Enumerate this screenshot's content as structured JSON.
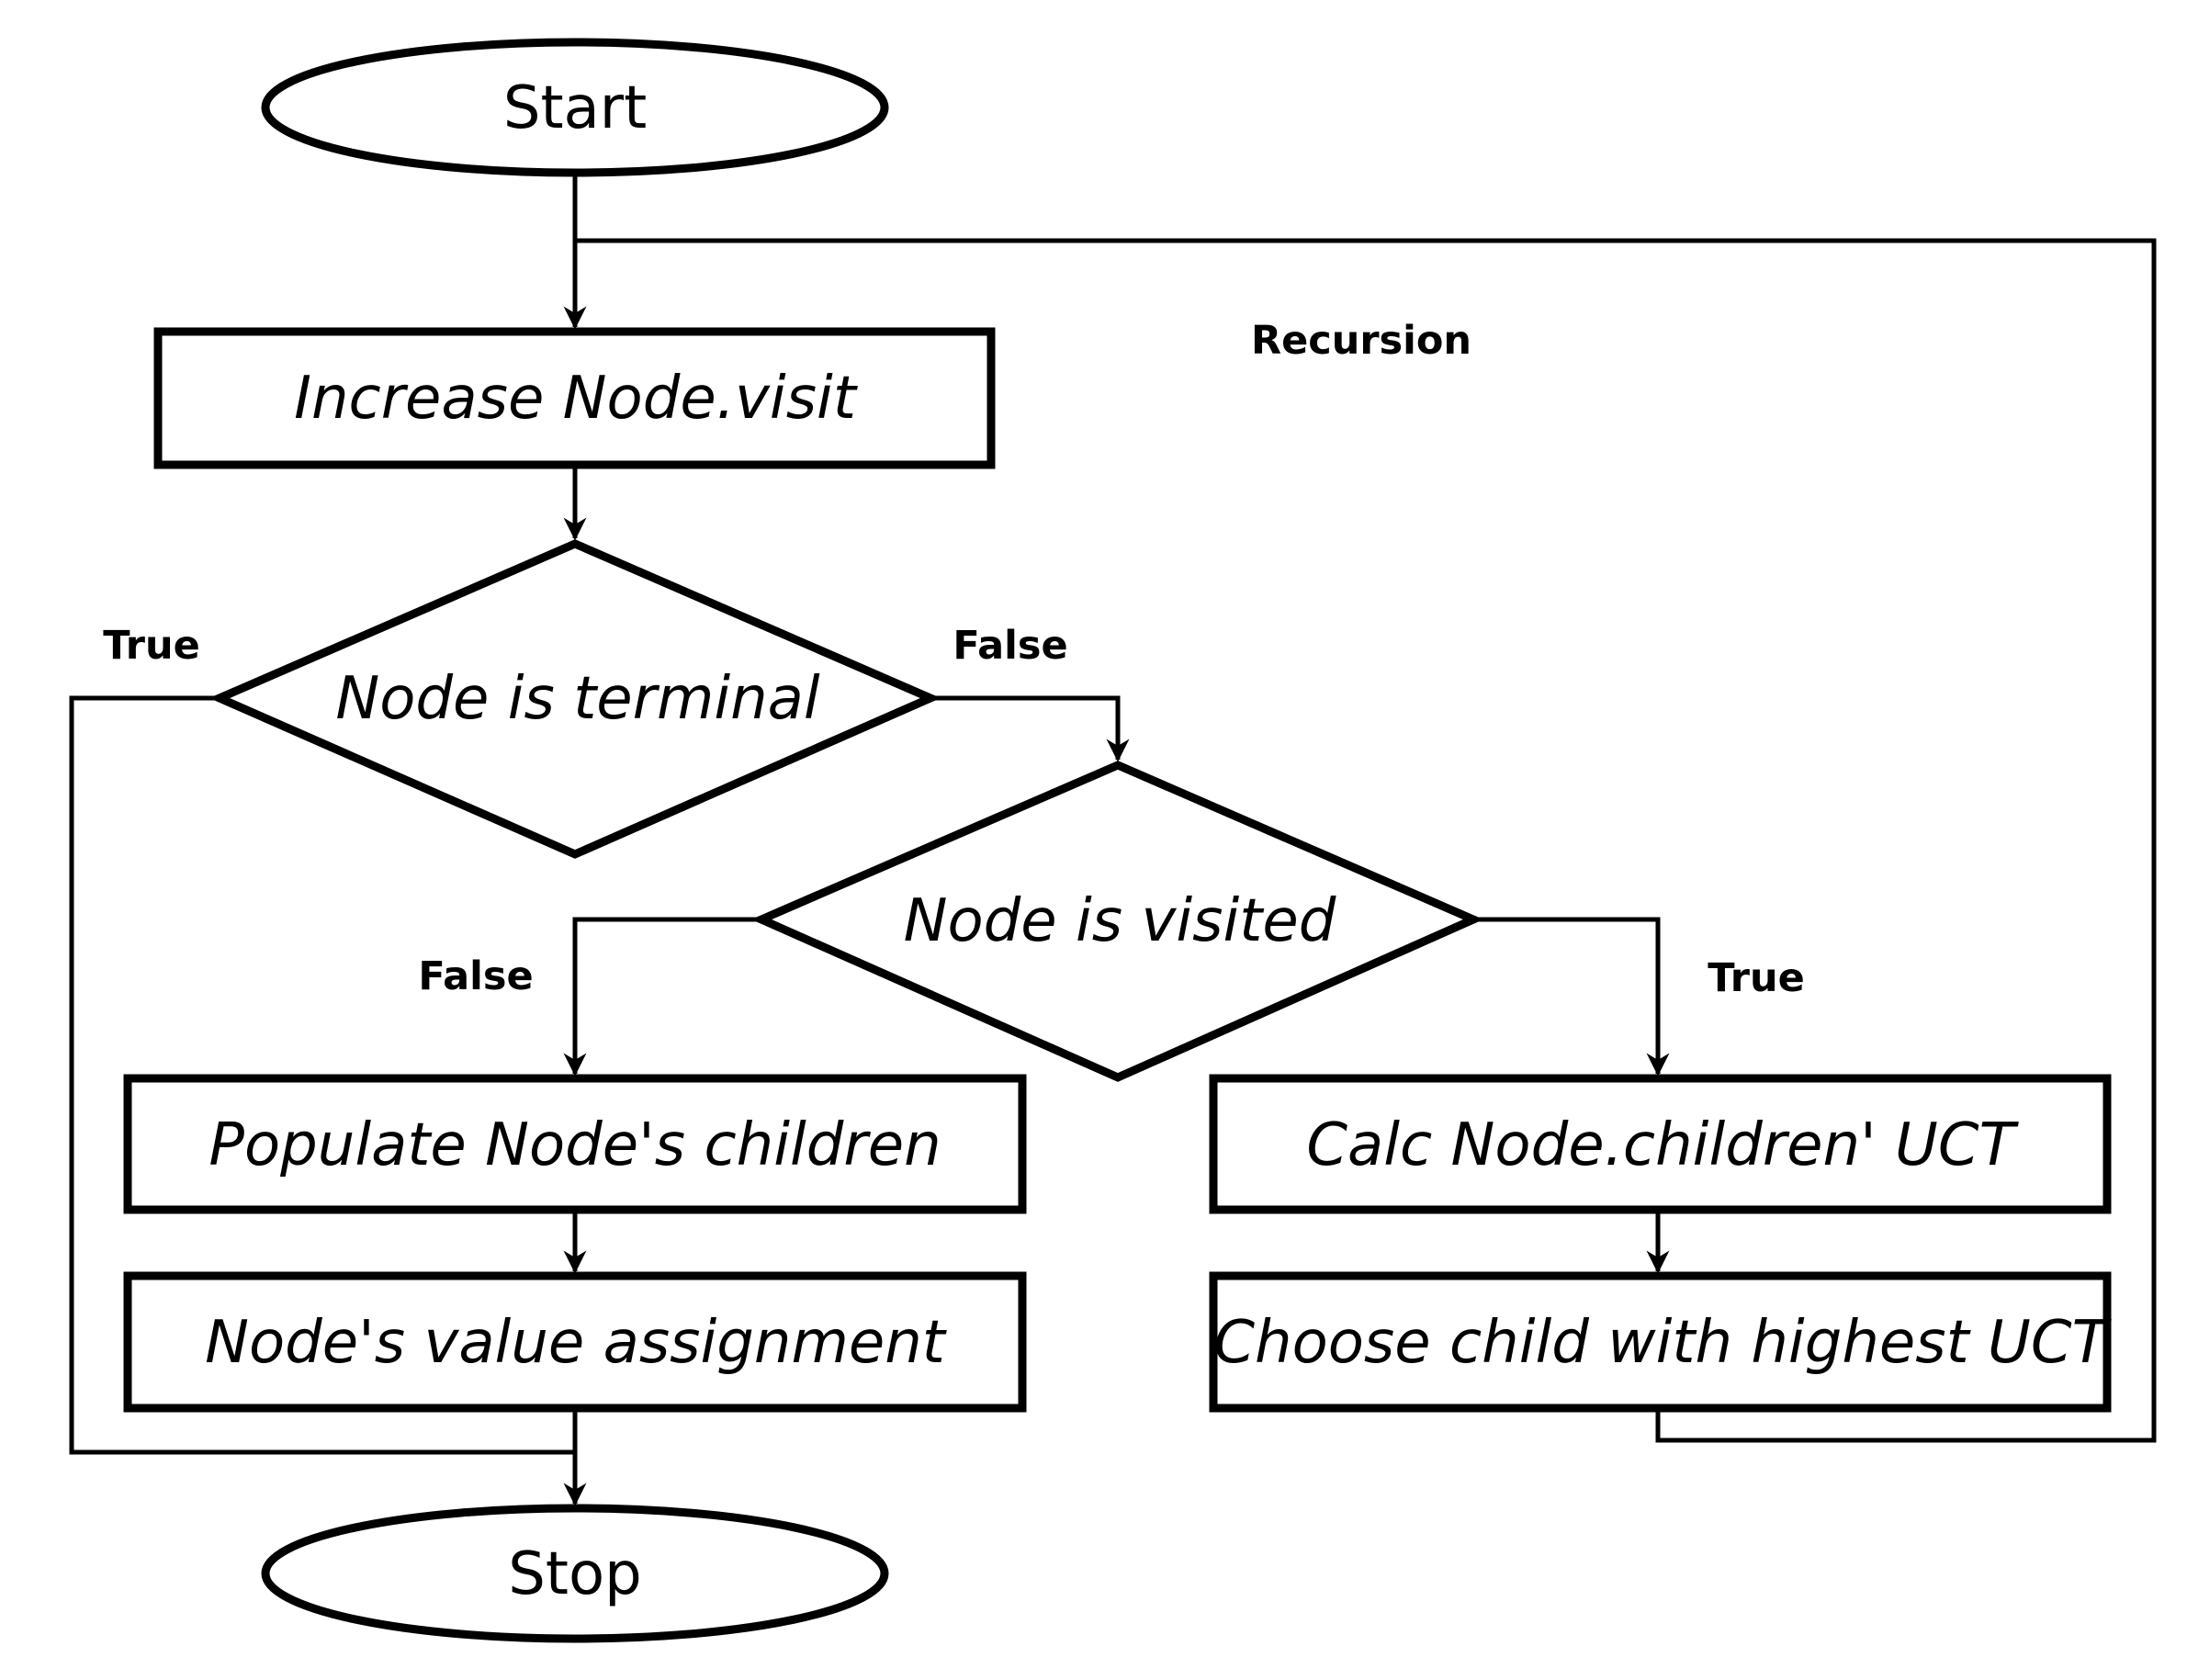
{
  "nodes": {
    "start": "Start",
    "increase_visit": "Increase Node.visit",
    "node_is_terminal": "Node is terminal",
    "node_is_visited": "Node is visited",
    "populate_children": "Populate Node's children",
    "value_assignment": "Node's value assignment",
    "calc_uct": "Calc Node.children' UCT",
    "choose_child": "Choose child with highest UCT",
    "stop": "Stop"
  },
  "edge_labels": {
    "recursion": "Recursion",
    "terminal_true": "True",
    "terminal_false": "False",
    "visited_false": "False",
    "visited_true": "True"
  },
  "colors": {
    "stroke": "#000000",
    "fill": "#ffffff"
  }
}
